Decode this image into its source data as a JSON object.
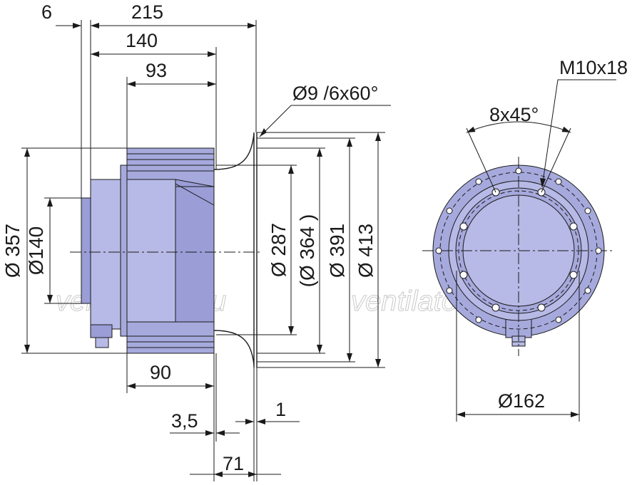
{
  "colors": {
    "body": "#a6a9dc",
    "line": "#1a1a1a",
    "watermark": "#c9c9c9"
  },
  "side_view": {
    "dims_top": {
      "d6": "6",
      "d215": "215",
      "d140": "140",
      "d93": "93"
    },
    "dims_bottom": {
      "d90": "90",
      "d3_5": "3,5",
      "d1": "1",
      "d71": "71"
    },
    "dims_left": {
      "d357": "Ø 357",
      "d140": "Ø140"
    },
    "dims_right": {
      "d287": "Ø 287",
      "d364": "(Ø 364  )",
      "d391": "Ø 391",
      "d413": "Ø 413"
    },
    "hole_note": "Ø9 /6x60°"
  },
  "front_view": {
    "thread_note": "M10x18",
    "angle_note": "8x45°",
    "diameter": "Ø162"
  },
  "watermark": "ventilatorry.ru"
}
